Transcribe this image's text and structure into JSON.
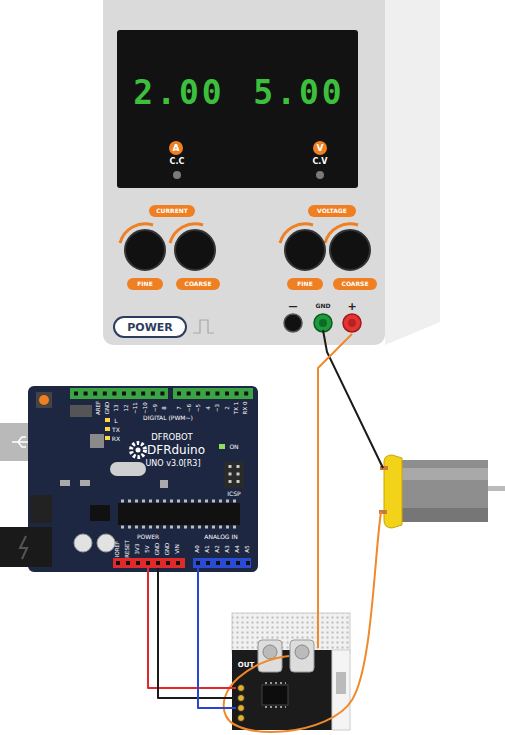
{
  "diagram": {
    "nodes": [
      {
        "text": [
          "—"
        ]
      },
      {
        "text": [
          "GND"
        ]
      },
      {
        "text": [
          "+"
        ]
      },
      {
        "text": [
          "DFROBOT",
          "DFRduino",
          "UNO v3.0[R3]"
        ]
      },
      {
        "text": [
          "5V"
        ],
        "in": 3
      },
      {
        "text": [
          "GND"
        ],
        "in": 3
      },
      {
        "text": [
          "A0"
        ],
        "in": 3
      },
      {
        "text": [
          "OUT"
        ]
      }
    ],
    "edges": [
      {
        "from": 2,
        "to": 7,
        "arrow": "none"
      },
      {
        "from": 4,
        "to": 7,
        "arrow": "none"
      },
      {
        "from": 5,
        "to": 7,
        "arrow": "none"
      },
      {
        "from": 6,
        "to": 7,
        "arrow": "none"
      }
    ],
    "labels": [
      "2.00",
      "5.00",
      "A",
      "C.C",
      "V",
      "C.V",
      "CURRENT",
      "FINE",
      "COARSE",
      "VOLTAGE",
      "FINE",
      "COARSE",
      "POWER",
      "AREF",
      "GND",
      "13",
      "12",
      "~11",
      "~10",
      "~9",
      "8",
      "7",
      "~6",
      "~5",
      "4",
      "~3",
      "2",
      "TX 1",
      "RX 0",
      "DIGITAL (PWM~)",
      "L",
      "TX",
      "RX",
      "ON",
      "ICSP",
      "IOREF",
      "RESET",
      "3V3",
      "GND",
      "VIN",
      "POWER",
      "ANALOG IN",
      "A1",
      "A2",
      "A3",
      "A4",
      "A5"
    ]
  }
}
